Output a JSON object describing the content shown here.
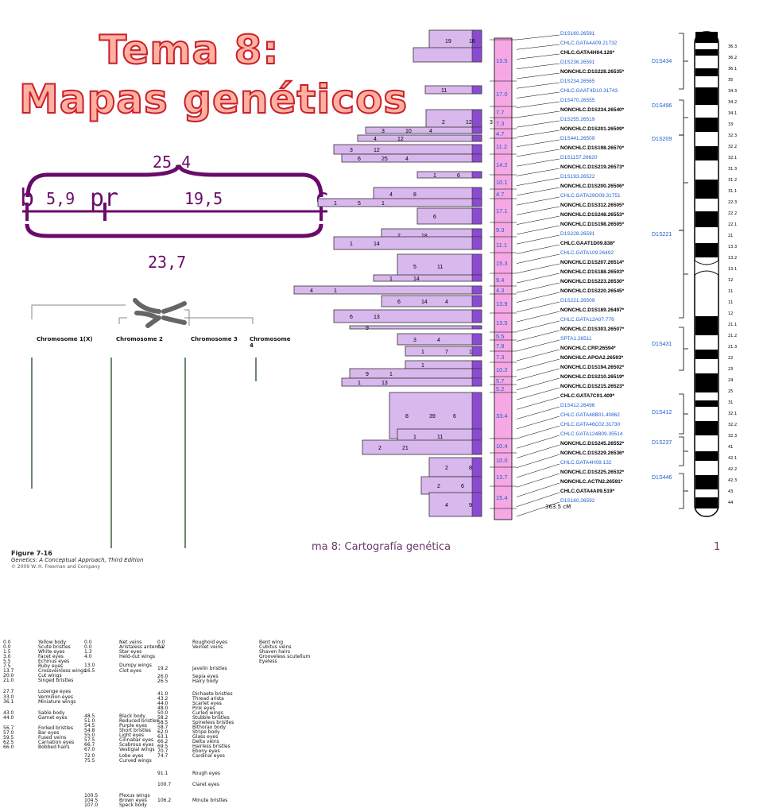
{
  "title": {
    "line1": "Tema 8:",
    "line2": "Mapas genéticos"
  },
  "linkage_map": {
    "gene_b": "b",
    "gene_pr": "pr",
    "gene_c": "c",
    "dist_b_pr": "5,9",
    "dist_pr_c": "19,5",
    "dist_top": "25,4",
    "dist_bottom": "23,7"
  },
  "drosophila_map": {
    "caption": "Figure 7-16",
    "book": "Genetics: A Conceptual Approach, Third Edition",
    "copyright": "© 2009 W. H. Freeman and Company",
    "chromosomes": [
      {
        "title": "Chromosome 1(X)",
        "genes": [
          [
            "0.0",
            "Yellow body"
          ],
          [
            "0.0",
            "Scute bristles"
          ],
          [
            "1.5",
            "White eyes"
          ],
          [
            "3.0",
            "Facet eyes"
          ],
          [
            "5.5",
            "Echinus eyes"
          ],
          [
            "7.5",
            "Ruby eyes"
          ],
          [
            "13.7",
            "Crossveinless wings"
          ],
          [
            "20.0",
            "Cut wings"
          ],
          [
            "21.0",
            "Singed bristles"
          ],
          [
            "27.7",
            "Lozenge eyes"
          ],
          [
            "33.0",
            "Vermilion eyes"
          ],
          [
            "36.1",
            "Miniature wings"
          ],
          [
            "43.0",
            "Sable body"
          ],
          [
            "44.0",
            "Garnet eyes"
          ],
          [
            "56.7",
            "Forked bristles"
          ],
          [
            "57.0",
            "Bar eyes"
          ],
          [
            "59.5",
            "Fused veins"
          ],
          [
            "62.5",
            "Carnation eyes"
          ],
          [
            "66.0",
            "Bobbed hairs"
          ]
        ]
      },
      {
        "title": "Chromosome 2",
        "genes": [
          [
            "0.0",
            "Net veins"
          ],
          [
            "0.0",
            "Aristaless antenna"
          ],
          [
            "1.3",
            "Star eyes"
          ],
          [
            "4.0",
            "Held-out wings"
          ],
          [
            "13.0",
            "Dumpy wings"
          ],
          [
            "16.5",
            "Clot eyes"
          ],
          [
            "48.5",
            "Black body"
          ],
          [
            "51.0",
            "Reduced bristles"
          ],
          [
            "54.5",
            "Purple eyes"
          ],
          [
            "54.8",
            "Short bristles"
          ],
          [
            "55.0",
            "Light eyes"
          ],
          [
            "57.5",
            "Cinnabar eyes"
          ],
          [
            "66.7",
            "Scabrous eyes"
          ],
          [
            "67.0",
            "Vestigial wings"
          ],
          [
            "72.0",
            "Lobe eyes"
          ],
          [
            "75.5",
            "Curved wings"
          ],
          [
            "100.5",
            "Plexus wings"
          ],
          [
            "104.5",
            "Brown eyes"
          ],
          [
            "107.0",
            "Speck body"
          ]
        ]
      },
      {
        "title": "Chromosome 3",
        "genes": [
          [
            "0.0",
            "Roughoid eyes"
          ],
          [
            "0.2",
            "Veinlet veins"
          ],
          [
            "19.2",
            "Javelin bristles"
          ],
          [
            "26.0",
            "Sepia eyes"
          ],
          [
            "26.5",
            "Hairy body"
          ],
          [
            "41.0",
            "Dichaete bristles"
          ],
          [
            "43.2",
            "Thread arista"
          ],
          [
            "44.0",
            "Scarlet eyes"
          ],
          [
            "48.0",
            "Pink eyes"
          ],
          [
            "50.0",
            "Curled wings"
          ],
          [
            "58.2",
            "Stubble bristles"
          ],
          [
            "58.5",
            "Spineless bristles"
          ],
          [
            "58.7",
            "Bithorax body"
          ],
          [
            "62.0",
            "Stripe body"
          ],
          [
            "63.1",
            "Glass eyes"
          ],
          [
            "66.2",
            "Delta veins"
          ],
          [
            "69.5",
            "Hairless bristles"
          ],
          [
            "70.7",
            "Ebony eyes"
          ],
          [
            "74.7",
            "Cardinal eyes"
          ],
          [
            "91.1",
            "Rough eyes"
          ],
          [
            "100.7",
            "Claret eyes"
          ],
          [
            "106.2",
            "Minute bristles"
          ]
        ]
      },
      {
        "title": "Chromosome 4",
        "genes": [
          [
            "0.0",
            "Bent wing"
          ],
          [
            "0.0",
            "Cubitus veins"
          ],
          [
            "0.0",
            "Shaven hairs"
          ],
          [
            "0.0",
            "Grooveless scutellum"
          ],
          [
            "0.0",
            "Eyeless"
          ]
        ]
      }
    ]
  },
  "human_map": {
    "cm_values": [
      "13.5",
      "17.0",
      "7.7",
      "7.3",
      "4.7",
      "11.2",
      "14.2",
      "10.1",
      "4.7",
      "17.1",
      "9.3",
      "11.1",
      "15.3",
      "9.4",
      "4.3",
      "13.9",
      "13.5",
      "5.5",
      "7.9",
      "7.3",
      "10.2",
      "5.7",
      "5.2",
      "33.4",
      "10.4",
      "10.0",
      "13.7",
      "15.4"
    ],
    "total": "363.5 cM",
    "markers": [
      [
        "D1S160.26591",
        "blue"
      ],
      [
        "CHLC.GATA4A09.21732",
        "blue"
      ],
      [
        "CHLC.GATA4H04.126*",
        "black"
      ],
      [
        "D1S236.26591",
        "blue"
      ],
      [
        "NONCHLC.D1S228.26535*",
        "black"
      ],
      [
        "D1S234.26565",
        "blue"
      ],
      [
        "CHLC.GAAT4D10.31743",
        "blue"
      ],
      [
        "D1S470.26555",
        "blue"
      ],
      [
        "NONCHLC.D1S234.26540*",
        "black"
      ],
      [
        "D1S255.26519",
        "blue"
      ],
      [
        "NONCHLC.D1S201.26509*",
        "black"
      ],
      [
        "D1S441.26509",
        "blue"
      ],
      [
        "NONCHLC.D1S198.26570*",
        "black"
      ],
      [
        "D1S1157.26620",
        "blue"
      ],
      [
        "NONCHLC.D1S219.26573*",
        "black"
      ],
      [
        "D1S193.26522",
        "blue"
      ],
      [
        "NONCHLC.D1S200.26506*",
        "black"
      ],
      [
        "CHLC.GATA29G09.31751",
        "blue"
      ],
      [
        "NONCHLC.D1S312.26505*",
        "black"
      ],
      [
        "NONCHLC.D1S248.26553*",
        "black"
      ],
      [
        "NONCHLC.D1S198.26505*",
        "black"
      ],
      [
        "D1S228.26591",
        "blue"
      ],
      [
        "CHLC.GAAT1D09.838*",
        "black"
      ],
      [
        "CHLC.GATA109.26492",
        "blue"
      ],
      [
        "NONCHLC.D1S207.26514*",
        "black"
      ],
      [
        "NONCHLC.D1S188.26503*",
        "black"
      ],
      [
        "NONCHLC.D1S223.26530*",
        "black"
      ],
      [
        "NONCHLC.D1S220.26545*",
        "black"
      ],
      [
        "D1S221.26509",
        "blue"
      ],
      [
        "NONCHLC.D1S189.26497*",
        "black"
      ],
      [
        "CHLC.GATA12A07.776",
        "blue"
      ],
      [
        "NONCHLC.D1S303.26507*",
        "black"
      ],
      [
        "SPTA1.26511",
        "blue"
      ],
      [
        "NONCHLC.CRP.26594*",
        "black"
      ],
      [
        "NONCHLC.APOA2.26593*",
        "black"
      ],
      [
        "NONCHLC.D1S194.26502*",
        "black"
      ],
      [
        "NONCHLC.D1S210.26519*",
        "black"
      ],
      [
        "NONCHLC.D1S215.26523*",
        "black"
      ],
      [
        "CHLC.GATA7C01.409*",
        "black"
      ],
      [
        "D1S412.26496",
        "blue"
      ],
      [
        "CHLC.GATA48B01.40862",
        "blue"
      ],
      [
        "CHLC.GATA46C02.31730",
        "blue"
      ],
      [
        "CHLC.GATA124B09.35514",
        "blue"
      ],
      [
        "NONCHLC.D1S245.26552*",
        "black"
      ],
      [
        "NONCHLC.D1S229.26536*",
        "black"
      ],
      [
        "CHLC.GATA4H09.132",
        "blue"
      ],
      [
        "NONCHLC.D1S225.26532*",
        "black"
      ],
      [
        "NONCHLC.ACTN2.26591*",
        "black"
      ],
      [
        "CHLC.GATA4A09.519*",
        "black"
      ],
      [
        "D1S160.26592",
        "blue"
      ]
    ],
    "d1s_labels": [
      "D1S434",
      "D1S496",
      "D1S209",
      "D1S221",
      "D1S431",
      "D1S412",
      "D1S237",
      "D1S446"
    ],
    "band_labels": [
      "36.3",
      "36.2",
      "36.1",
      "35",
      "34.3",
      "34.2",
      "34.1",
      "33",
      "32.3",
      "32.2",
      "32.1",
      "31.3",
      "31.2",
      "31.1",
      "22.3",
      "22.2",
      "22.1",
      "21",
      "13.3",
      "13.2",
      "13.1",
      "12",
      "11",
      "11",
      "12",
      "21.1",
      "21.2",
      "21.3",
      "22",
      "23",
      "24",
      "25",
      "31",
      "32.1",
      "32.2",
      "32.3",
      "41",
      "42.1",
      "42.2",
      "42.3",
      "43",
      "44"
    ]
  },
  "footer": {
    "text": "ma 8: Cartografía genética",
    "page": "1"
  }
}
